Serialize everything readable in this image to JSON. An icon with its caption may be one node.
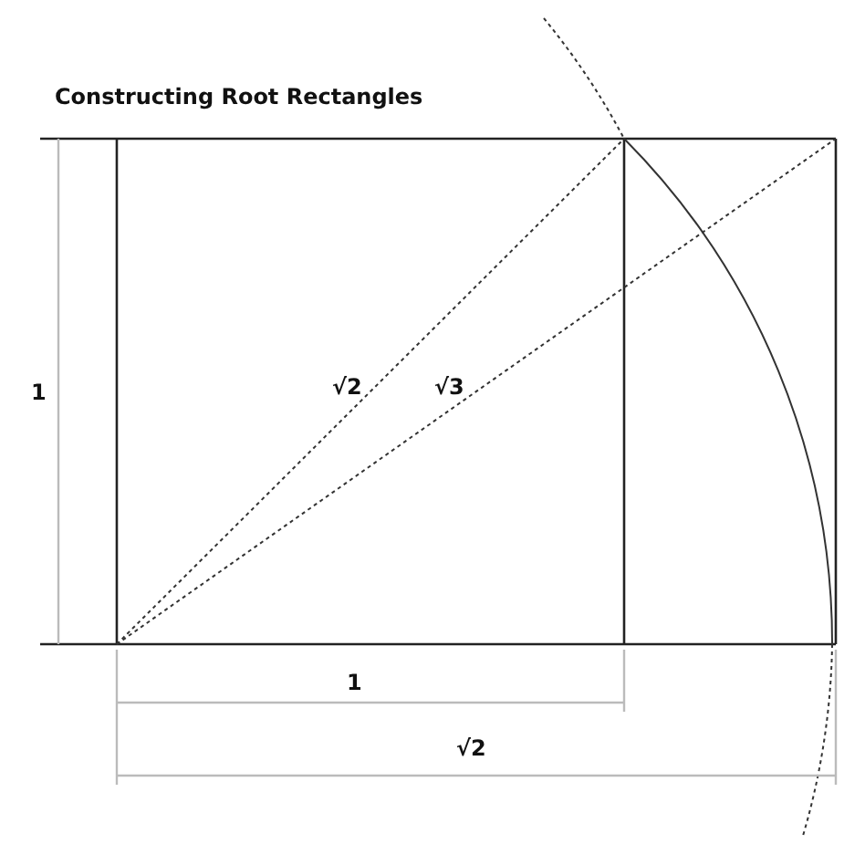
{
  "diagram": {
    "title": "Constructing Root Rectangles",
    "labels": [
      "1",
      "√2",
      "√3",
      "1",
      "√2"
    ]
  }
}
